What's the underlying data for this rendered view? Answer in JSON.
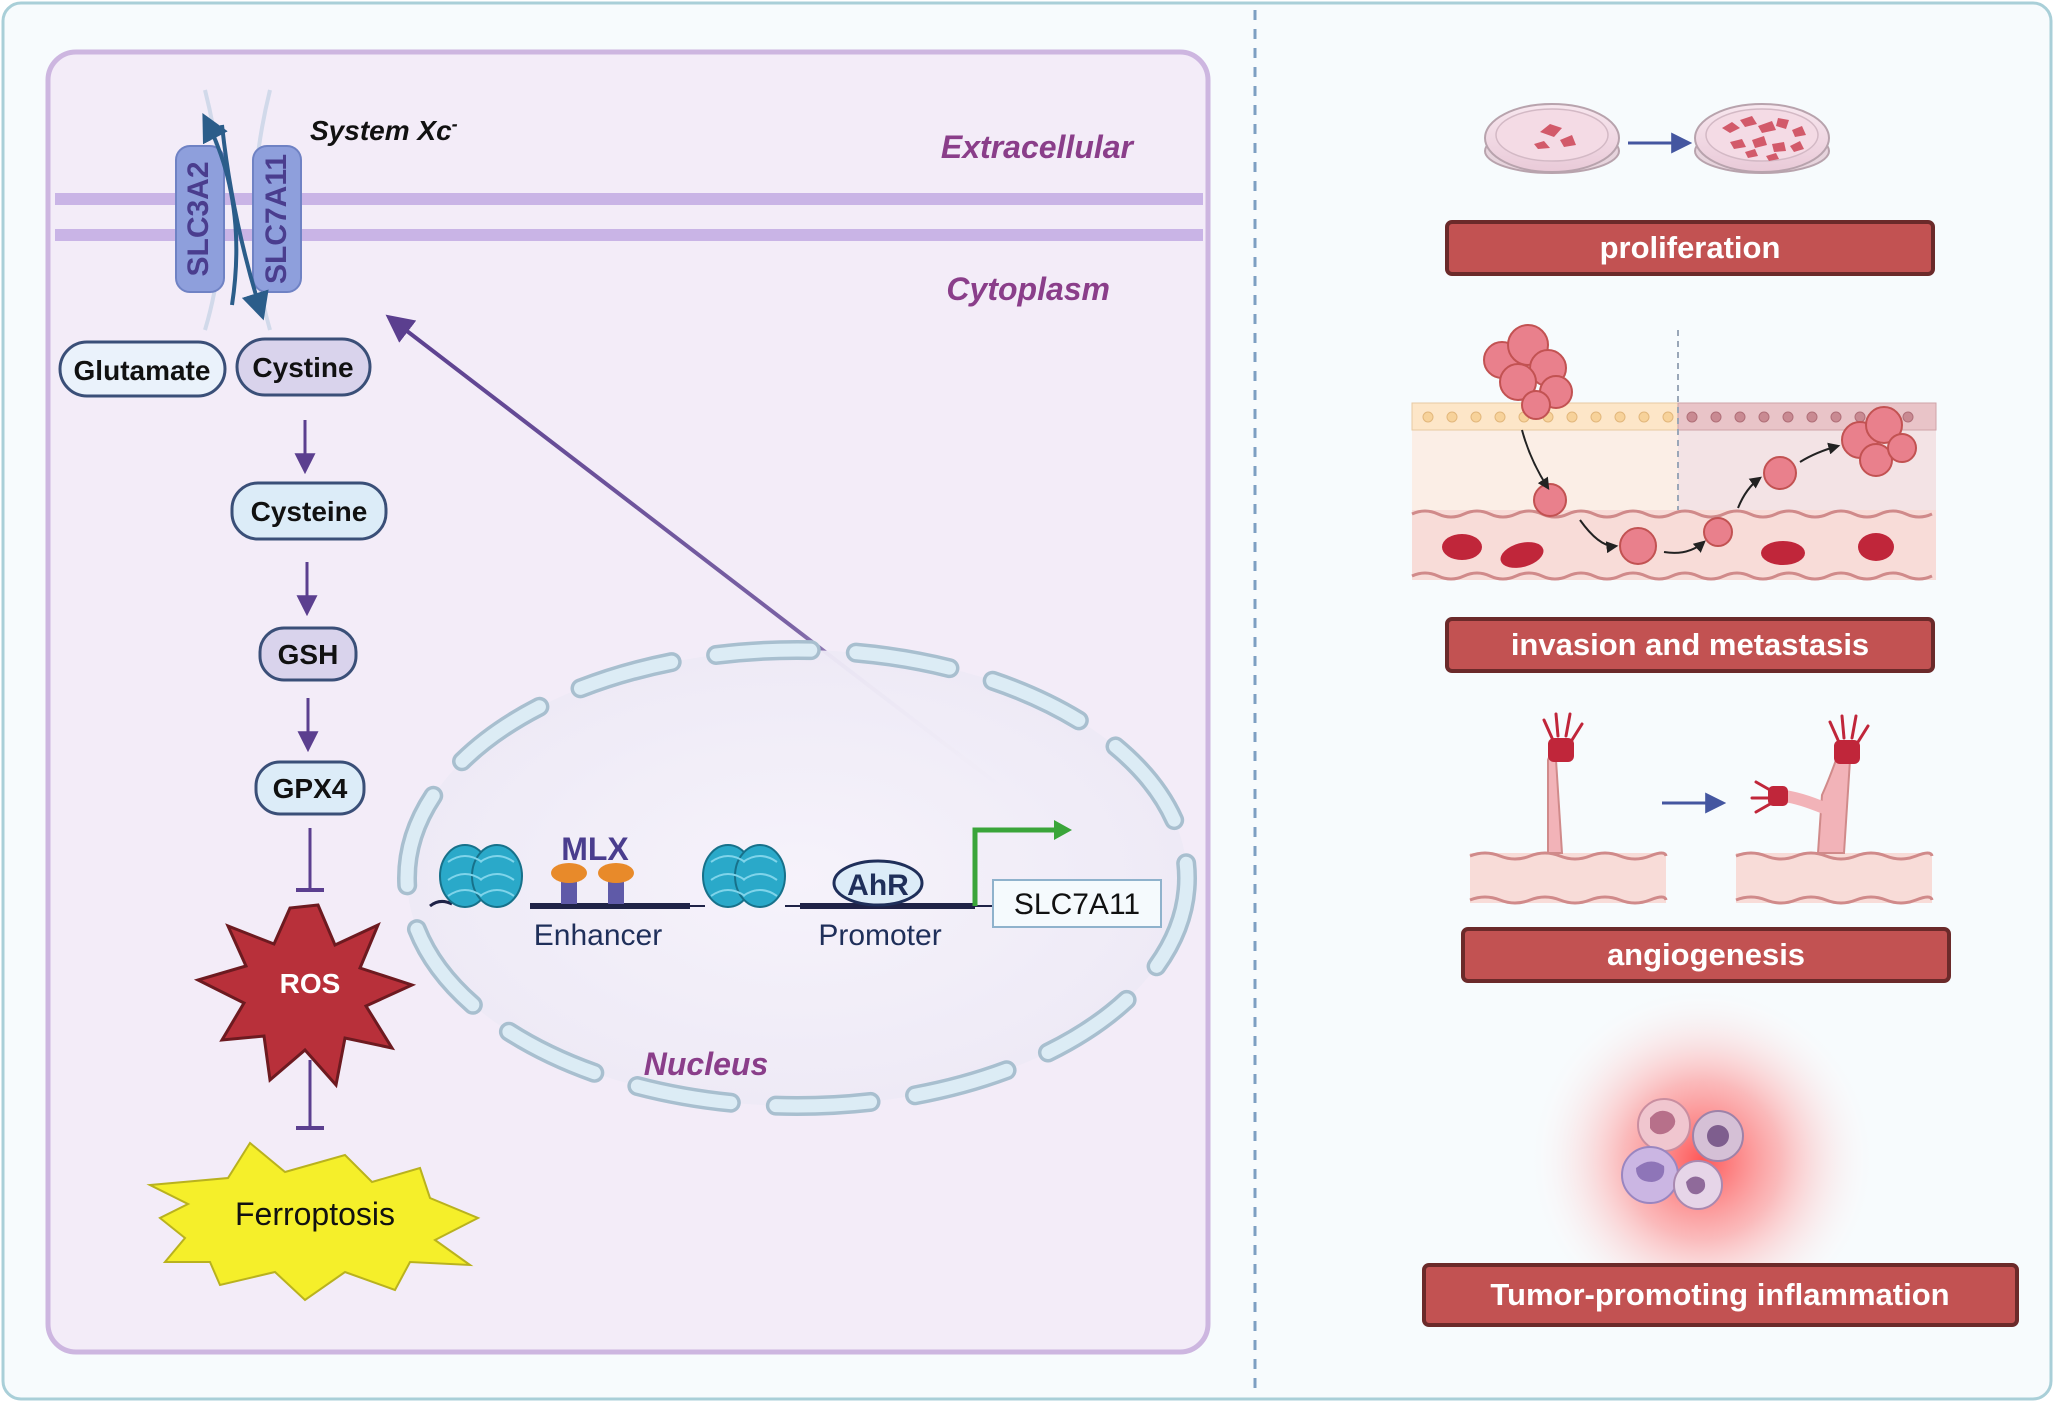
{
  "cell": {
    "transporter_name": "System Xc",
    "transporter_superscript": "-",
    "subunit_left": "SLC3A2",
    "subunit_right": "SLC7A11",
    "extracellular_label": "Extracellular",
    "cytoplasm_label": "Cytoplasm",
    "nucleus_label": "Nucleus"
  },
  "pathway": {
    "glutamate": "Glutamate",
    "cystine": "Cystine",
    "cysteine": "Cysteine",
    "gsh": "GSH",
    "gpx4": "GPX4",
    "ros": "ROS",
    "ferroptosis": "Ferroptosis"
  },
  "gene": {
    "mlx": "MLX",
    "ahr": "AhR",
    "enhancer": "Enhancer",
    "promoter": "Promoter",
    "target": "SLC7A11"
  },
  "hallmarks": {
    "proliferation": "proliferation",
    "invasion": "invasion and metastasis",
    "angiogenesis": "angiogenesis",
    "inflammation": "Tumor-promoting inflammation"
  },
  "colors": {
    "cell_fill": "#f3ecf8",
    "cell_border": "#cdb6e0",
    "membrane": "#c9b4e6",
    "italic_label": "#8a3e8a",
    "arrow_purple": "#5b3f8f",
    "node_blue": "#dcecf8",
    "node_lilac": "#d9d3ec",
    "ros_red": "#b8303a",
    "ferroptosis_yellow": "#f5ef2a",
    "banner_red": "#c25252",
    "banner_border": "#6b2a2a",
    "promoter_arrow": "#3aa53a",
    "dna_teal": "#2aa9c9"
  }
}
